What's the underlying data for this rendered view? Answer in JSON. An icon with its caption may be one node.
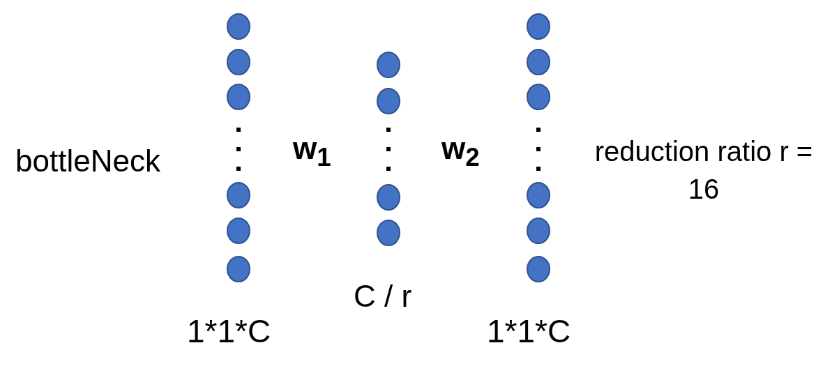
{
  "diagram": {
    "nodes": [
      {
        "text": [],
        "shape": "circle"
      },
      {
        "text": [],
        "shape": "circle"
      },
      {
        "text": [],
        "shape": "circle"
      },
      {
        "text": [],
        "shape": "circle"
      },
      {
        "text": [],
        "shape": "circle"
      },
      {
        "text": [],
        "shape": "circle"
      },
      {
        "text": [],
        "shape": "circle"
      },
      {
        "text": [],
        "shape": "circle"
      },
      {
        "text": [],
        "shape": "circle"
      },
      {
        "text": [],
        "shape": "circle"
      },
      {
        "text": [],
        "shape": "circle"
      },
      {
        "text": [],
        "shape": "circle"
      },
      {
        "text": [],
        "shape": "circle"
      },
      {
        "text": [],
        "shape": "circle"
      },
      {
        "text": [],
        "shape": "circle"
      },
      {
        "text": [],
        "shape": "circle"
      }
    ],
    "labels": [
      "bottleNeck",
      "w$_{1}$",
      "w$_{2}$",
      "reduction ratio r = 16",
      "C / r",
      "1*1*C",
      "1*1*C"
    ]
  }
}
